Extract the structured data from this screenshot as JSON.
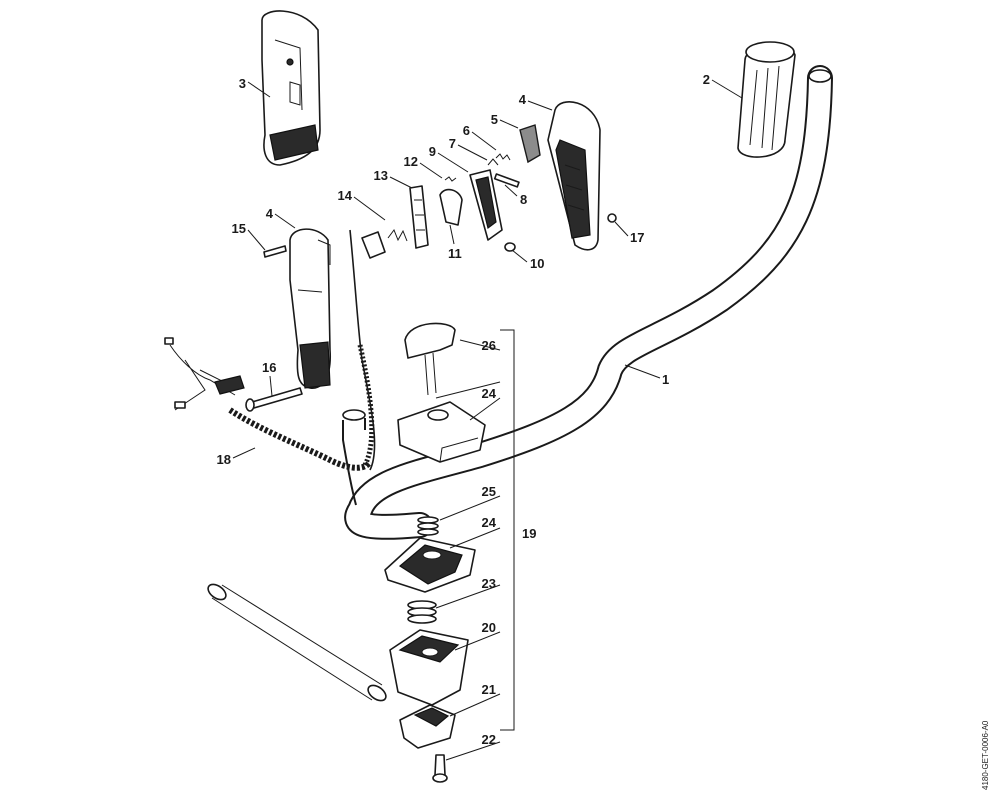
{
  "drawing_number": "4180-GET-0006-A0",
  "callouts": {
    "c1": "1",
    "c2": "2",
    "c3": "3",
    "c4a": "4",
    "c4b": "4",
    "c5": "5",
    "c6": "6",
    "c7": "7",
    "c8": "8",
    "c9": "9",
    "c10": "10",
    "c11": "11",
    "c12": "12",
    "c13": "13",
    "c14": "14",
    "c15": "15",
    "c16": "16",
    "c17": "17",
    "c18": "18",
    "c19": "19",
    "c20": "20",
    "c21": "21",
    "c22": "22",
    "c23": "23",
    "c24a": "24",
    "c24b": "24",
    "c25": "25",
    "c26": "26"
  }
}
